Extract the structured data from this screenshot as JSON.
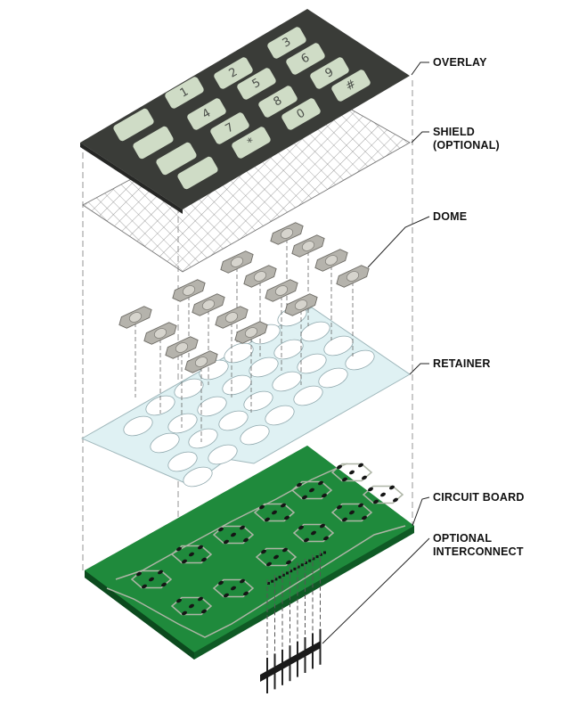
{
  "labels": {
    "overlay": "OVERLAY",
    "shield_line1": "SHIELD",
    "shield_line2": "(OPTIONAL)",
    "dome": "DOME",
    "retainer": "RETAINER",
    "circuit_board": "CIRCUIT BOARD",
    "interconnect_line1": "OPTIONAL",
    "interconnect_line2": "INTERCONNECT"
  },
  "keys": {
    "k1": "1",
    "k2": "2",
    "k3": "3",
    "k4": "4",
    "k5": "5",
    "k6": "6",
    "k7": "7",
    "k8": "8",
    "k9": "9",
    "kstar": "*",
    "k0": "0",
    "khash": "#"
  },
  "colors": {
    "overlay": "#3a3c38",
    "key": "#cfdcc6",
    "shield_grid": "#8a8a8a",
    "dome": "#b5b3ac",
    "retainer": "#dff1f3",
    "board": "#1f8a3c",
    "board_edge": "#0f5a25",
    "trace": "#aeb5a6",
    "pad": "#151515"
  }
}
